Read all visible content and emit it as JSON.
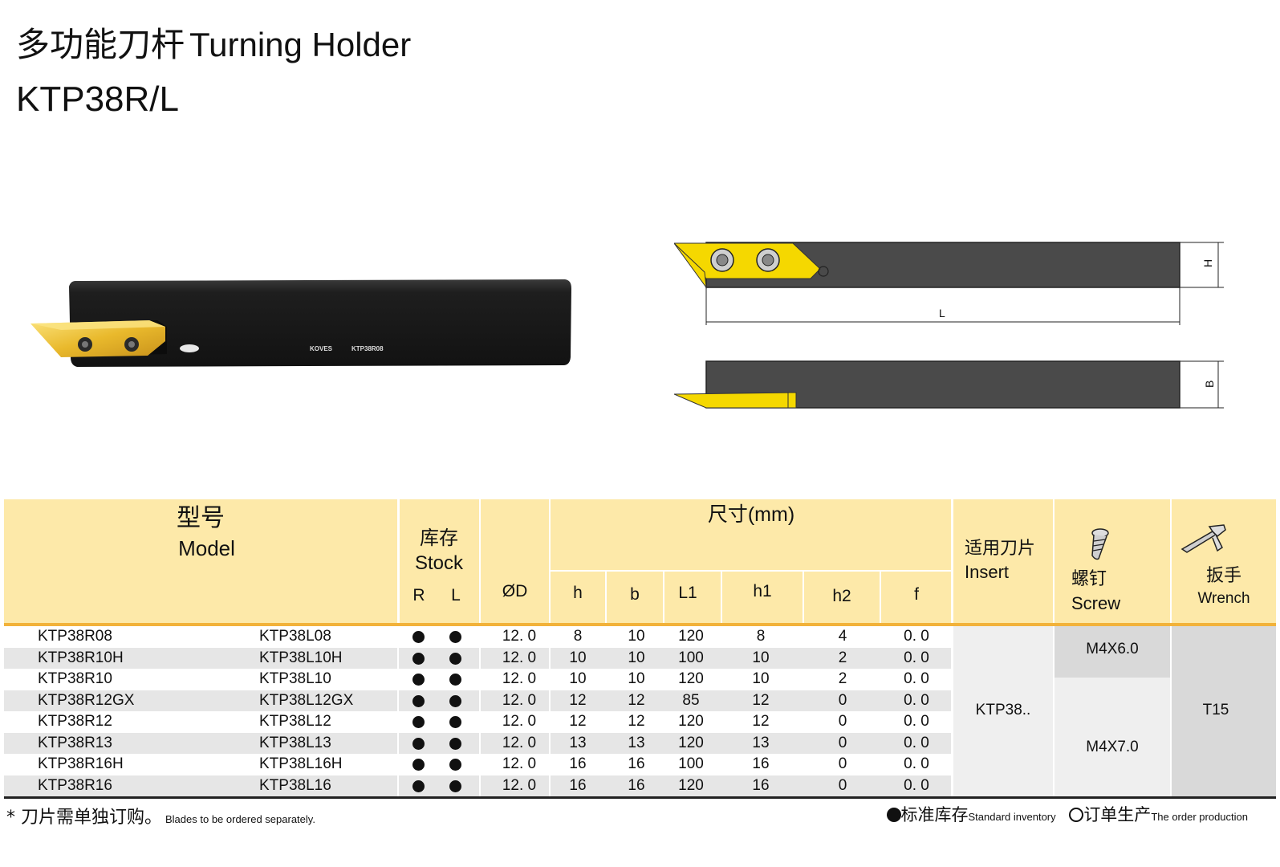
{
  "title": {
    "cn": "多功能刀杆",
    "en": "Turning Holder",
    "model": "KTP38R/L"
  },
  "photo": {
    "brand": "KOVES",
    "engraving": "KTP38R08"
  },
  "drawing": {
    "dim_H": "H",
    "dim_L": "L",
    "dim_B": "B"
  },
  "table": {
    "header": {
      "model_cn": "型号",
      "model_en": "Model",
      "stock_cn": "库存",
      "stock_en": "Stock",
      "stock_r": "R",
      "stock_l": "L",
      "d": "ØD",
      "dims": "尺寸(mm)",
      "h": "h",
      "b": "b",
      "l1": "L1",
      "h1": "h1",
      "h2": "h2",
      "f": "f",
      "insert_cn": "适用刀片",
      "insert_en": "Insert",
      "screw_cn": "螺钉",
      "screw_en": "Screw",
      "wrench_cn": "扳手",
      "wrench_en": "Wrench"
    },
    "rows": [
      {
        "r": "KTP38R08",
        "l": "KTP38L08",
        "d": "12. 0",
        "h": "8",
        "b": "10",
        "l1": "120",
        "h1": "8",
        "h2": "4",
        "f": "0. 0"
      },
      {
        "r": "KTP38R10H",
        "l": "KTP38L10H",
        "d": "12. 0",
        "h": "10",
        "b": "10",
        "l1": "100",
        "h1": "10",
        "h2": "2",
        "f": "0. 0"
      },
      {
        "r": "KTP38R10",
        "l": "KTP38L10",
        "d": "12. 0",
        "h": "10",
        "b": "10",
        "l1": "120",
        "h1": "10",
        "h2": "2",
        "f": "0. 0"
      },
      {
        "r": "KTP38R12GX",
        "l": "KTP38L12GX",
        "d": "12. 0",
        "h": "12",
        "b": "12",
        "l1": "85",
        "h1": "12",
        "h2": "0",
        "f": "0. 0"
      },
      {
        "r": "KTP38R12",
        "l": "KTP38L12",
        "d": "12. 0",
        "h": "12",
        "b": "12",
        "l1": "120",
        "h1": "12",
        "h2": "0",
        "f": "0. 0"
      },
      {
        "r": "KTP38R13",
        "l": "KTP38L13",
        "d": "12. 0",
        "h": "13",
        "b": "13",
        "l1": "120",
        "h1": "13",
        "h2": "0",
        "f": "0. 0"
      },
      {
        "r": "KTP38R16H",
        "l": "KTP38L16H",
        "d": "12. 0",
        "h": "16",
        "b": "16",
        "l1": "100",
        "h1": "16",
        "h2": "0",
        "f": "0. 0"
      },
      {
        "r": "KTP38R16",
        "l": "KTP38L16",
        "d": "12. 0",
        "h": "16",
        "b": "16",
        "l1": "120",
        "h1": "16",
        "h2": "0",
        "f": "0. 0"
      }
    ],
    "insert": "KTP38..",
    "screw_a": "M4X6.0",
    "screw_b": "M4X7.0",
    "wrench": "T15"
  },
  "footer": {
    "note_cn": "* 刀片需单独订购。",
    "note_en": "Blades to be ordered separately.",
    "legend_stock_cn": "标准库存",
    "legend_stock_en": "Standard inventory",
    "legend_order_cn": "订单生产",
    "legend_order_en": "The order production"
  },
  "colors": {
    "header_bg": "#fde9a9",
    "accent": "#f2b23a",
    "row_alt": "#e6e6e6",
    "insert_gold": "#f5d800"
  }
}
